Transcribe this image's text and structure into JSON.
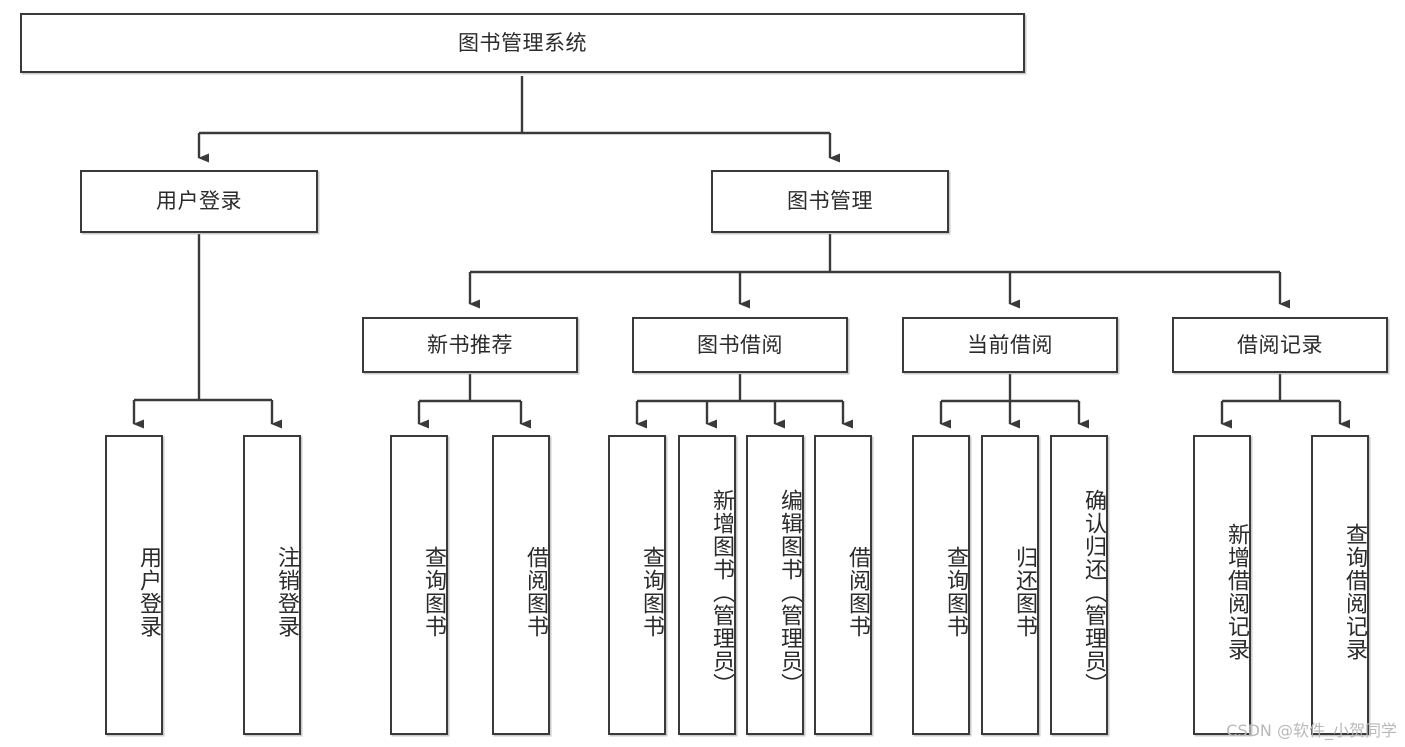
{
  "diagram": {
    "title": "图书管理系统",
    "type": "tree-hierarchy",
    "root": {
      "label": "图书管理系统"
    },
    "level2": [
      {
        "label": "用户登录"
      },
      {
        "label": "图书管理"
      }
    ],
    "level3": [
      {
        "label": "新书推荐"
      },
      {
        "label": "图书借阅"
      },
      {
        "label": "当前借阅"
      },
      {
        "label": "借阅记录"
      }
    ],
    "leaves": {
      "user_login": [
        {
          "label": "用户登录"
        },
        {
          "label": "注销登录"
        }
      ],
      "new_book_recommend": [
        {
          "label": "查询图书"
        },
        {
          "label": "借阅图书"
        }
      ],
      "book_borrow": [
        {
          "label": "查询图书"
        },
        {
          "label": "新增图书（管理员）"
        },
        {
          "label": "编辑图书（管理员）"
        },
        {
          "label": "借阅图书"
        }
      ],
      "current_borrow": [
        {
          "label": "查询图书"
        },
        {
          "label": "归还图书"
        },
        {
          "label": "确认归还（管理员）"
        }
      ],
      "borrow_record": [
        {
          "label": "新增借阅记录"
        },
        {
          "label": "查询借阅记录"
        }
      ]
    }
  },
  "watermark": {
    "text": "CSDN @软件_小贺同学"
  },
  "colors": {
    "border": "#3a3a3a",
    "background": "#ffffff",
    "text": "#2b2b2b",
    "watermark": "#b9b9b9"
  }
}
